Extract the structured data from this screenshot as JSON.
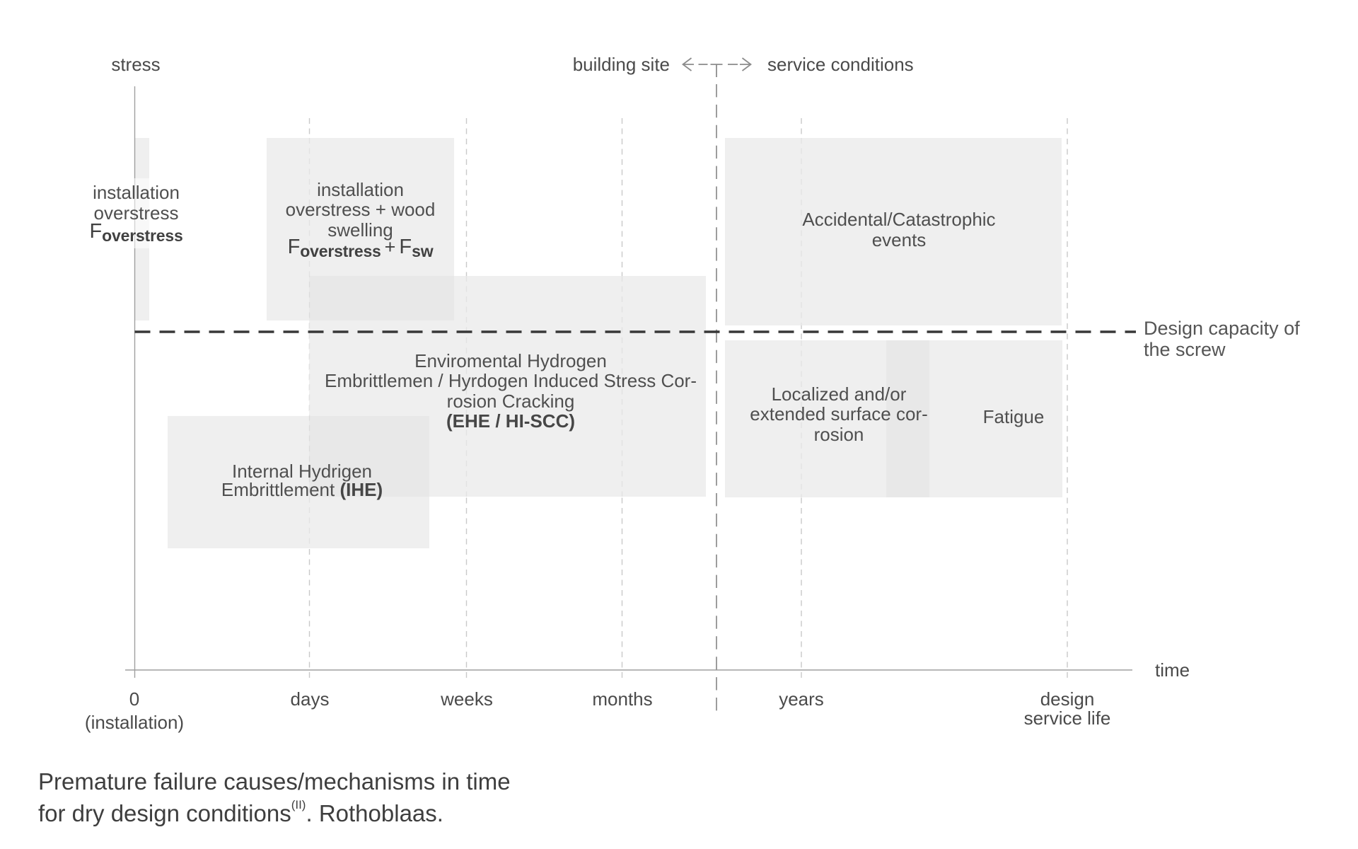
{
  "title": "Premature failure mechanisms diagram",
  "colors": {
    "background": "#ffffff",
    "region_fill": "#eeeeee",
    "region_overlap_fill": "#e5e5e5",
    "axis": "#9f9f9f",
    "gridline": "#c9c9c9",
    "divider": "#8c8c8c",
    "capacity_line": "#383838",
    "text": "#4a4a4a"
  },
  "axes": {
    "y_title": "stress",
    "x_title": "time"
  },
  "header": {
    "left_label": "building site",
    "right_label": "service conditions"
  },
  "capacity": {
    "line1": "Design capacity of",
    "line2": "the screw"
  },
  "x_ticks": [
    {
      "label": "0",
      "sublabel": "(installation)"
    },
    {
      "label": "days"
    },
    {
      "label": "weeks"
    },
    {
      "label": "months"
    },
    {
      "label": "years"
    },
    {
      "label": "design",
      "sublabel": "service life"
    }
  ],
  "regions": {
    "overstress": {
      "line1": "installation",
      "line2": "overstress",
      "formula_f": "F",
      "formula_sub": "overstress"
    },
    "overstress_swelling": {
      "line1": "installation",
      "line2": "overstress + wood",
      "line3": "swelling",
      "formula_f1": "F",
      "formula_sub1": "overstress",
      "formula_plus": "+",
      "formula_f2": "F",
      "formula_sub2": "sw"
    },
    "ehe": {
      "line1": "Enviromental Hydrogen",
      "line2": "Embrittlemen / Hyrdogen Induced Stress Cor-",
      "line3": "rosion Cracking",
      "line4": "(EHE / HI-SCC)"
    },
    "ihe": {
      "line1": "Internal Hydrigen",
      "line2_normal": "Embrittlement ",
      "line2_bold": "(IHE)"
    },
    "accidental": {
      "line1": "Accidental/Catastrophic",
      "line2": "events"
    },
    "corrosion": {
      "line1": "Localized and/or",
      "line2": "extended surface cor-",
      "line3": "rosion"
    },
    "fatigue": {
      "line1": "Fatigue"
    }
  },
  "caption": {
    "line1": "Premature failure causes/mechanisms in time",
    "line2_pre": "for dry design conditions",
    "line2_sup": "(II)",
    "line2_post": ". Rothoblaas."
  },
  "chart_data": {
    "type": "diagram",
    "x_axis": {
      "title": "time",
      "ticks": [
        "0 (installation)",
        "days",
        "weeks",
        "months",
        "years",
        "design service life"
      ]
    },
    "y_axis": {
      "title": "stress"
    },
    "phases": [
      "building site",
      "service conditions"
    ],
    "reference_line": "Design capacity of the screw",
    "regions": [
      {
        "label": "installation overstress (F overstress)",
        "time_span": [
          "0",
          "0"
        ],
        "stress": "above design capacity"
      },
      {
        "label": "installation overstress + wood swelling (F overstress + F sw)",
        "time_span": [
          "0+",
          "days+"
        ],
        "stress": "above design capacity"
      },
      {
        "label": "Enviromental Hydrogen Embrittlemen / Hyrdogen Induced Stress Corrosion Cracking (EHE / HI-SCC)",
        "time_span": [
          "days",
          "months+"
        ],
        "stress": "around design capacity"
      },
      {
        "label": "Internal Hydrigen Embrittlement (IHE)",
        "time_span": [
          "0+",
          "weeks"
        ],
        "stress": "below design capacity"
      },
      {
        "label": "Accidental/Catastrophic events",
        "time_span": [
          "service conditions start",
          "design service life"
        ],
        "stress": "above design capacity"
      },
      {
        "label": "Localized and/or extended surface corrosion",
        "time_span": [
          "service conditions start",
          "years+"
        ],
        "stress": "below design capacity"
      },
      {
        "label": "Fatigue",
        "time_span": [
          "years+",
          "design service life"
        ],
        "stress": "below design capacity"
      }
    ]
  }
}
